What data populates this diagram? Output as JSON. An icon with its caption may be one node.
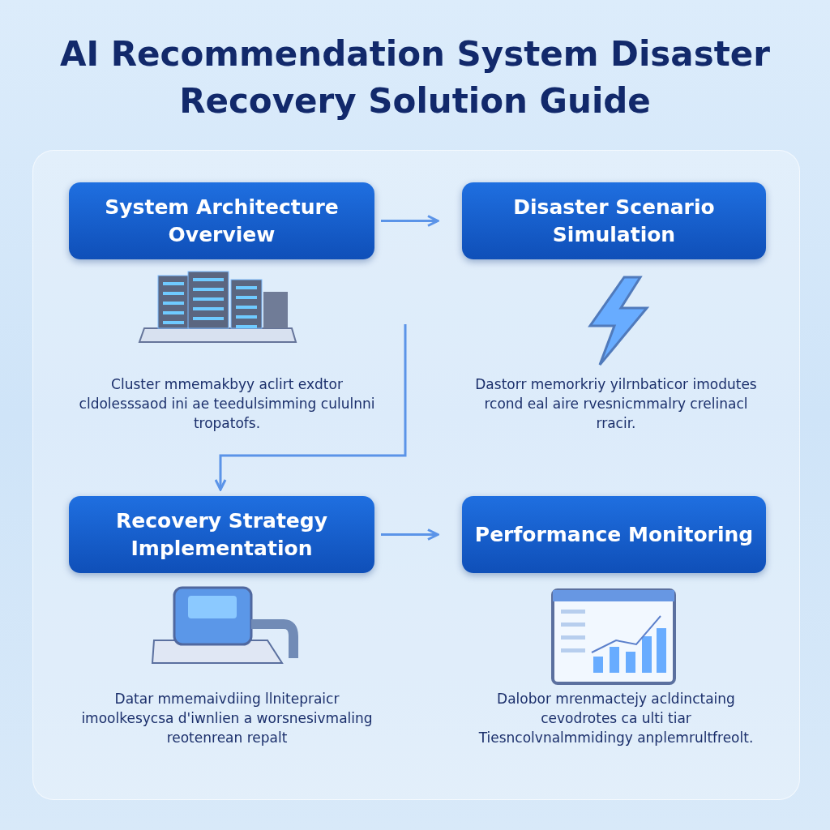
{
  "diagram": {
    "title": "AI Recommendation System Disaster Recovery Solution Guide",
    "nodes": [
      {
        "text": [
          "System Architecture Overview"
        ]
      },
      {
        "text": [
          "Disaster Scenario Simulation"
        ]
      },
      {
        "text": [
          "Recovery Strategy Implementation"
        ]
      },
      {
        "text": [
          "Performance Monitoring"
        ]
      }
    ],
    "edges": [
      {
        "from": 0,
        "to": 1,
        "arrow": "to"
      },
      {
        "from": null,
        "to": 2,
        "arrow": "to"
      },
      {
        "from": 2,
        "to": 3,
        "arrow": "to"
      }
    ],
    "labels": [
      "Cluster mmemakbyy aclirt exdtor cldolesssaod ini ae teedulsimming cululnni tropatofs.",
      "Dastorr memorkriy yilrnbaticor imodutes rcond eal aire rvesnicmmalry crelinacl rracir.",
      "Datar mmemaivdiing llnitepraicr imoolkesycsa d'iwnlien a worsnesivmaling reotenrean repalt",
      "Dalobor mrenmactejy acldinctaing cevodrotes ca ulti tiar Tiesncolvnalmmidingy anplemrultfreolt."
    ]
  }
}
